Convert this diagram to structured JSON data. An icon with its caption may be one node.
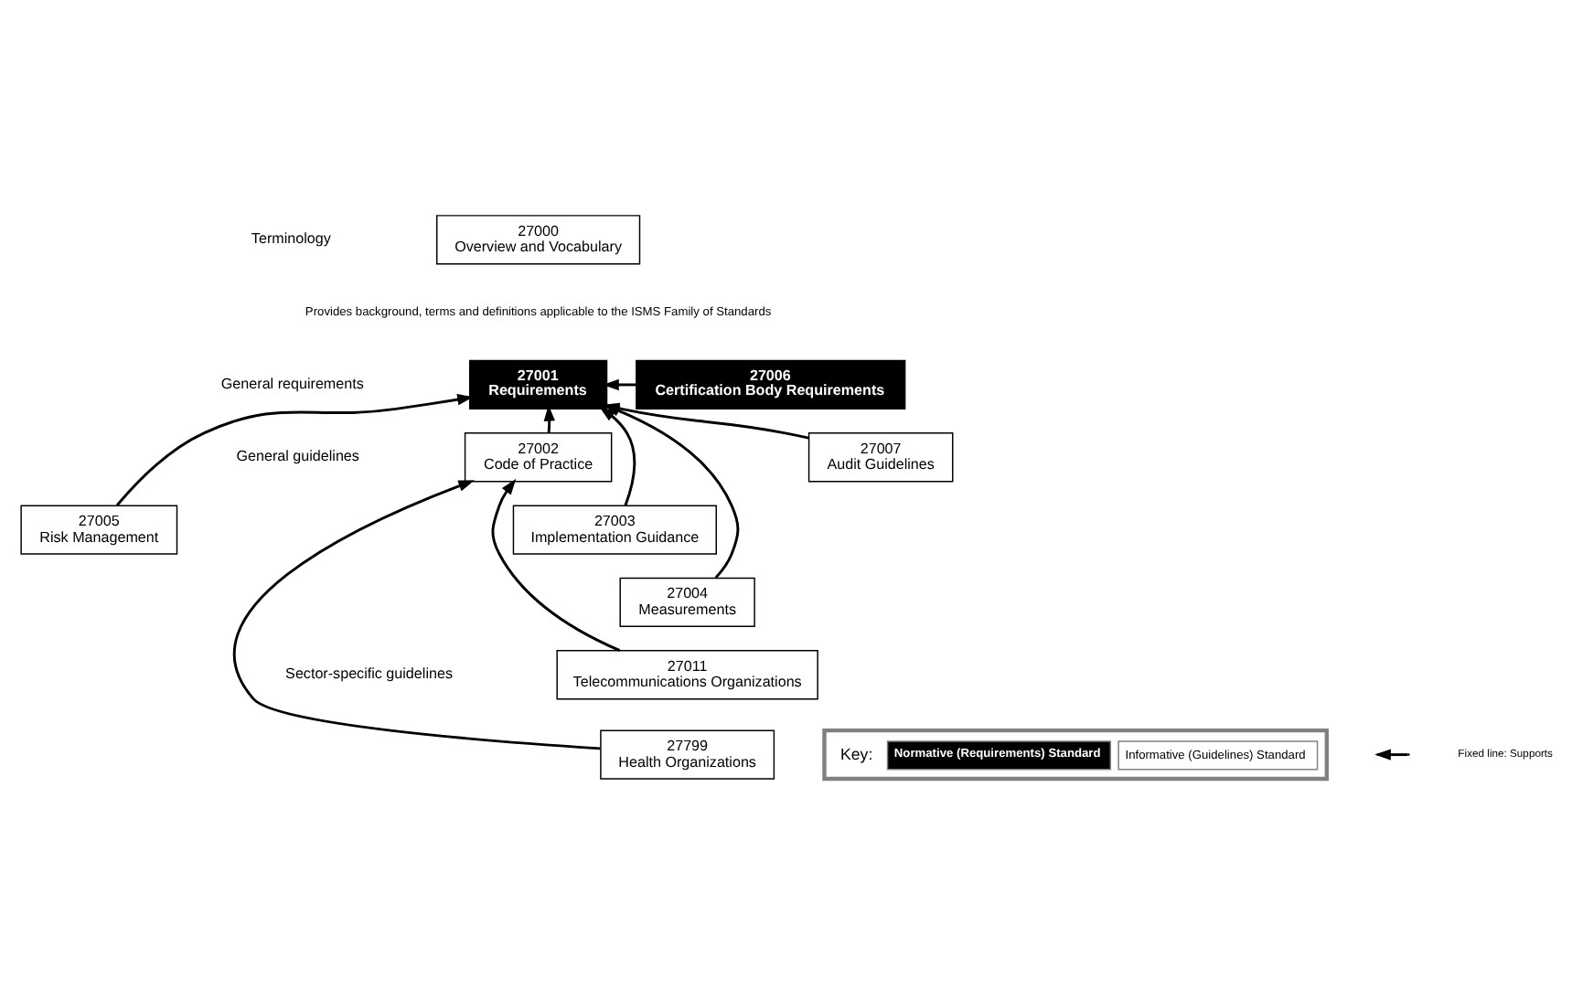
{
  "diagram": {
    "nodes": [
      {
        "text": [
          "27000",
          "Overview and Vocabulary"
        ]
      },
      {
        "text": [
          "27001",
          "Requirements"
        ]
      },
      {
        "text": [
          "27006",
          "Certification Body Requirements"
        ]
      },
      {
        "text": [
          "27002",
          "Code of Practice"
        ]
      },
      {
        "text": [
          "27007",
          "Audit Guidelines"
        ]
      },
      {
        "text": [
          "27003",
          "Implementation Guidance"
        ]
      },
      {
        "text": [
          "27005",
          "Risk Management"
        ]
      },
      {
        "text": [
          "27004",
          "Measurements"
        ]
      },
      {
        "text": [
          "27011",
          "Telecommunications Organizations"
        ]
      },
      {
        "text": [
          "27799",
          "Health Organizations"
        ]
      }
    ],
    "edges": [
      {
        "from": 2,
        "to": 1,
        "arrow": "to"
      },
      {
        "from": 3,
        "to": 1,
        "arrow": "to"
      },
      {
        "from": 5,
        "to": 1,
        "arrow": "to"
      },
      {
        "from": 7,
        "to": 1,
        "arrow": "to"
      },
      {
        "from": 6,
        "to": 1,
        "arrow": "to"
      },
      {
        "from": 4,
        "to": 1,
        "arrow": "to"
      },
      {
        "from": 8,
        "to": 3,
        "arrow": "to"
      },
      {
        "from": 9,
        "to": 3,
        "arrow": "to"
      }
    ],
    "labels": [
      "Terminology",
      "Provides background, terms and definitions applicable to the ISMS Family of Standards",
      "General requirements",
      "General guidelines",
      "Sector-specific guidelines",
      "Key:"
    ],
    "legend": [
      {
        "text": "Normative (Requirements) Standard",
        "color": "#000000"
      },
      {
        "text": "Informative (Guidelines) Standard",
        "color": "#ffffff"
      },
      {
        "text": "Fixed line: Supports"
      }
    ]
  }
}
